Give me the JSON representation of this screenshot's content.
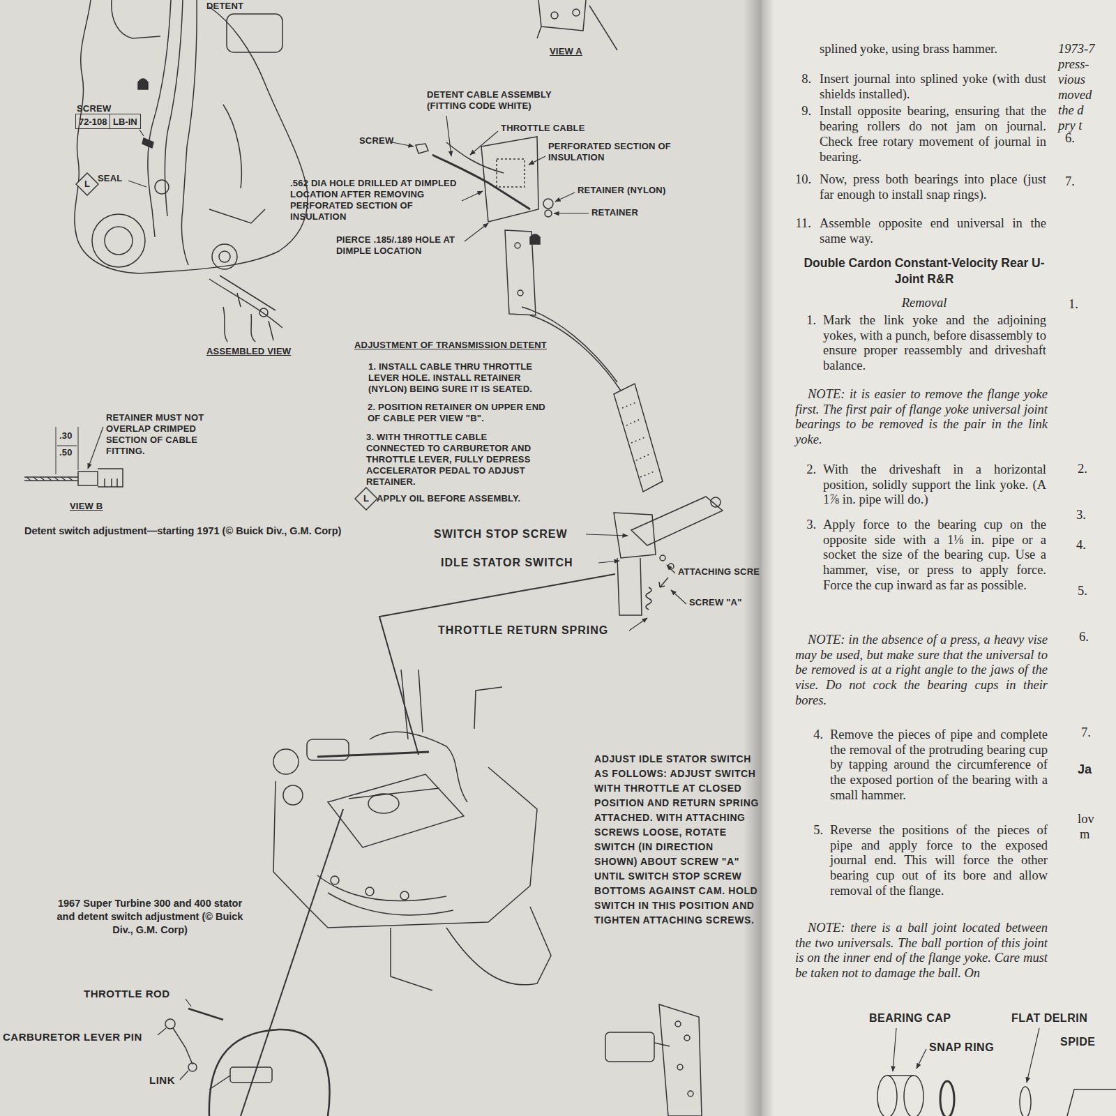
{
  "diagram": {
    "nodes": [
      {
        "text": [
          "72-108"
        ]
      },
      {
        "text": [
          "LB-IN"
        ]
      },
      {
        "text": [
          "L"
        ]
      },
      {
        "text": [
          "L"
        ]
      }
    ],
    "labels": [
      "DETENT",
      "VIEW A",
      "SCREW",
      "SEAL",
      "DETENT CABLE ASSEMBLY (FITTING CODE WHITE)",
      "THROTTLE CABLE",
      "SCREW",
      "PERFORATED SECTION OF INSULATION",
      ".562 DIA HOLE DRILLED AT DIMPLED LOCATION AFTER REMOVING PERFORATED SECTION OF INSULATION",
      "RETAINER (NYLON)",
      "RETAINER",
      "PIERCE .185/.189 HOLE AT DIMPLE LOCATION",
      "ASSEMBLED VIEW",
      "ADJUSTMENT OF TRANSMISSION DETENT",
      "1. INSTALL CABLE THRU THROTTLE LEVER HOLE. INSTALL RETAINER (NYLON) BEING SURE IT IS SEATED.",
      "2. POSITION RETAINER ON UPPER END OF CABLE PER VIEW \"B\".",
      "3. WITH THROTTLE CABLE CONNECTED TO CARBURETOR AND THROTTLE LEVER, FULLY DEPRESS ACCELERATOR PEDAL TO ADJUST RETAINER.",
      "APPLY OIL BEFORE ASSEMBLY.",
      "RETAINER MUST NOT OVERLAP CRIMPED SECTION OF CABLE FITTING.",
      ".30",
      ".50",
      "VIEW B",
      "Detent switch adjustment—starting 1971 (© Buick Div., G.M. Corp)",
      "SWITCH STOP SCREW",
      "IDLE STATOR SWITCH",
      "ATTACHING SCRE",
      "SCREW \"A\"",
      "THROTTLE RETURN SPRING",
      "ADJUST IDLE STATOR SWITCH AS FOLLOWS: ADJUST SWITCH WITH THROTTLE AT CLOSED POSITION AND RETURN SPRING ATTACHED. WITH ATTACHING SCREWS LOOSE, ROTATE SWITCH (IN DIRECTION SHOWN) ABOUT SCREW \"A\" UNTIL SWITCH STOP SCREW BOTTOMS AGAINST CAM. HOLD SWITCH IN THIS POSITION AND TIGHTEN ATTACHING SCREWS.",
      "1967 Super Turbine 300 and 400 stator and detent switch adjustment (© Buick Div., G.M. Corp)",
      "THROTTLE ROD",
      "CARBURETOR LEVER PIN",
      "LINK",
      "splined yoke, using brass hammer.",
      "8.",
      "Insert journal into splined yoke (with dust shields installed).",
      "9.",
      "Install opposite bearing, ensuring that the bearing rollers do not jam on journal. Check free rotary movement of journal in bearing.",
      "10.",
      "Now, press both bearings into place (just far enough to install snap rings).",
      "11.",
      "Assemble opposite end universal in the same way.",
      "Double Cardon Constant-Velocity Rear U-Joint R&R",
      "Removal",
      "1.",
      "Mark the link yoke and the adjoining yokes, with a punch, before disassembly to ensure proper reassembly and driveshaft balance.",
      "NOTE: it is easier to remove the flange yoke first. The first pair of flange yoke universal joint bearings to be removed is the pair in the link yoke.",
      "2.",
      "With the driveshaft in a horizontal position, solidly support the link yoke. (A 1⅞ in. pipe will do.)",
      "3.",
      "Apply force to the bearing cup on the opposite side with a 1⅛ in. pipe or a socket the size of the bearing cup. Use a hammer, vise, or press to apply force. Force the cup inward as far as possible.",
      "NOTE: in the absence of a press, a heavy vise may be used, but make sure that the universal to be removed is at a right angle to the jaws of the vise. Do not cock the bearing cups in their bores.",
      "4.",
      "Remove the pieces of pipe and complete the removal of the protruding bearing cup by tapping around the circumference of the exposed portion of the bearing with a small hammer.",
      "5.",
      "Reverse the positions of the pieces of pipe and apply force to the exposed journal end. This will force the other bearing cup out of its bore and allow removal of the flange.",
      "NOTE: there is a ball joint located between the two universals. The ball portion of this joint is on the inner end of the flange yoke. Care must be taken not to damage the ball. On",
      "BEARING CAP",
      "SNAP RING",
      "FLAT DELRIN",
      "SPIDE",
      "1973-7",
      "press-",
      "vious",
      "moved",
      "the d",
      "pry t",
      "6.",
      "7.",
      "1.",
      "2.",
      "3.",
      "4.",
      "5.",
      "6.",
      "7.",
      "Ja",
      "lov",
      "m"
    ]
  }
}
